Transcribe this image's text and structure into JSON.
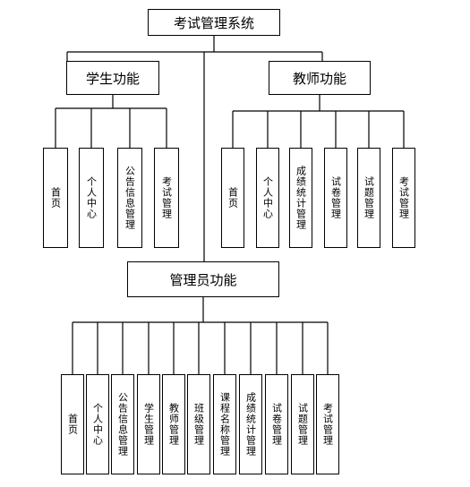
{
  "root": {
    "label": "考试管理系统"
  },
  "student": {
    "label": "学生功能",
    "children": [
      "首页",
      "个人中心",
      "公告信息管理",
      "考试管理"
    ]
  },
  "teacher": {
    "label": "教师功能",
    "children": [
      "首页",
      "个人中心",
      "成绩统计管理",
      "试卷管理",
      "试题管理",
      "考试管理"
    ]
  },
  "admin": {
    "label": "管理员功能",
    "children": [
      "首页",
      "个人中心",
      "公告信息管理",
      "学生管理",
      "教师管理",
      "班级管理",
      "课程名称管理",
      "成绩统计管理",
      "试卷管理",
      "试题管理",
      "考试管理"
    ]
  }
}
